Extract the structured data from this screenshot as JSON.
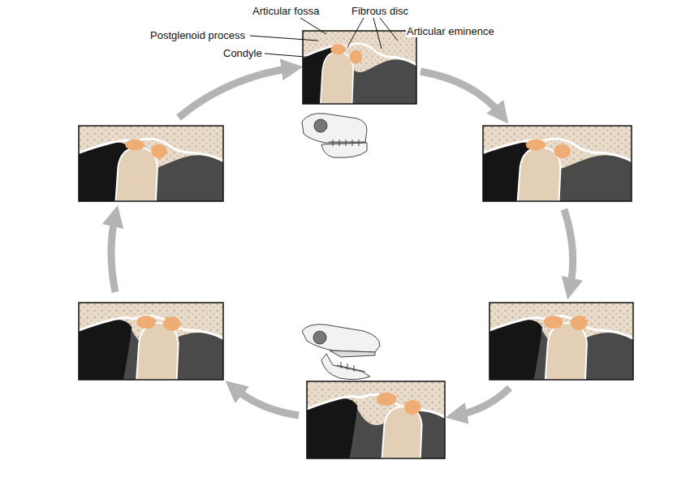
{
  "diagram": {
    "labels": [
      "Articular fossa",
      "Fibrous disc",
      "Postglenoid process",
      "Condyle",
      "Articular eminence"
    ]
  }
}
